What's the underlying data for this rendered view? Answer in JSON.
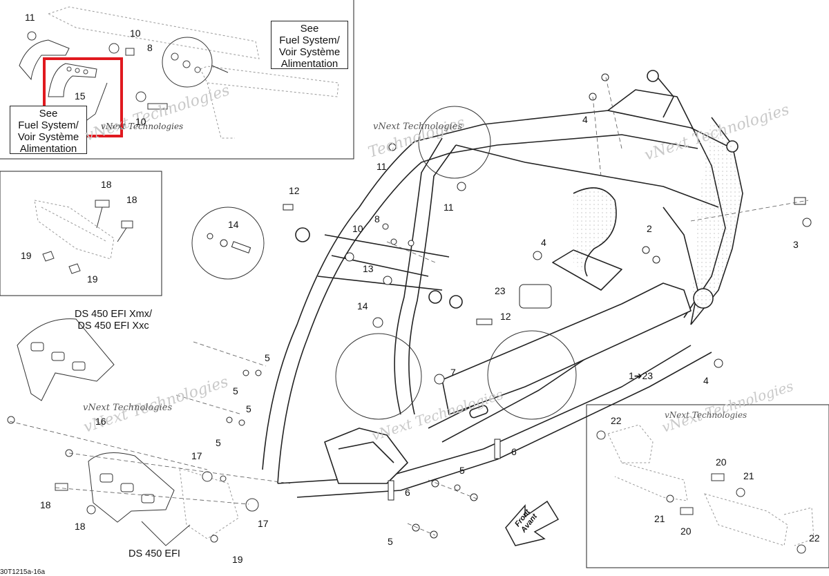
{
  "see_box_top": [
    "See",
    "Fuel System/",
    "Voir Système",
    "Alimentation"
  ],
  "see_box_inset": [
    "See",
    "Fuel System/",
    "Voir Système",
    "Alimentation"
  ],
  "variant_labels": {
    "xmx_xxc": [
      "DS 450 EFI Xmx/",
      "DS 450 EFI Xxc"
    ],
    "base": "DS 450 EFI"
  },
  "front_arrow": [
    "Front",
    "Avant"
  ],
  "range_label": "1➔23",
  "footer_code": "30T1215a-16a",
  "watermark_lines": [
    "vNext Technologies",
    "vNext",
    "Technologies"
  ],
  "highlight_color": "#e0191f",
  "part_numbers": {
    "p1": "11",
    "p2": "10",
    "p3": "8",
    "p4": "15",
    "p5": "10",
    "p6": "18",
    "p7": "18",
    "p8": "19",
    "p9": "19",
    "p10": "4",
    "p11": "11",
    "p12": "11",
    "p13": "12",
    "p14": "14",
    "p15": "10",
    "p16": "8",
    "p17": "13",
    "p18": "14",
    "p19": "12",
    "p20": "4",
    "p21": "23",
    "p22": "2",
    "p23": "3",
    "p24": "4",
    "p25": "5",
    "p26": "5",
    "p27": "5",
    "p28": "5",
    "p29": "7",
    "p30": "6",
    "p31": "6",
    "p32": "5",
    "p33": "16",
    "p34": "17",
    "p35": "17",
    "p36": "18",
    "p37": "18",
    "p38": "19",
    "p39": "22",
    "p40": "20",
    "p41": "21",
    "p42": "21",
    "p43": "20",
    "p44": "22"
  }
}
